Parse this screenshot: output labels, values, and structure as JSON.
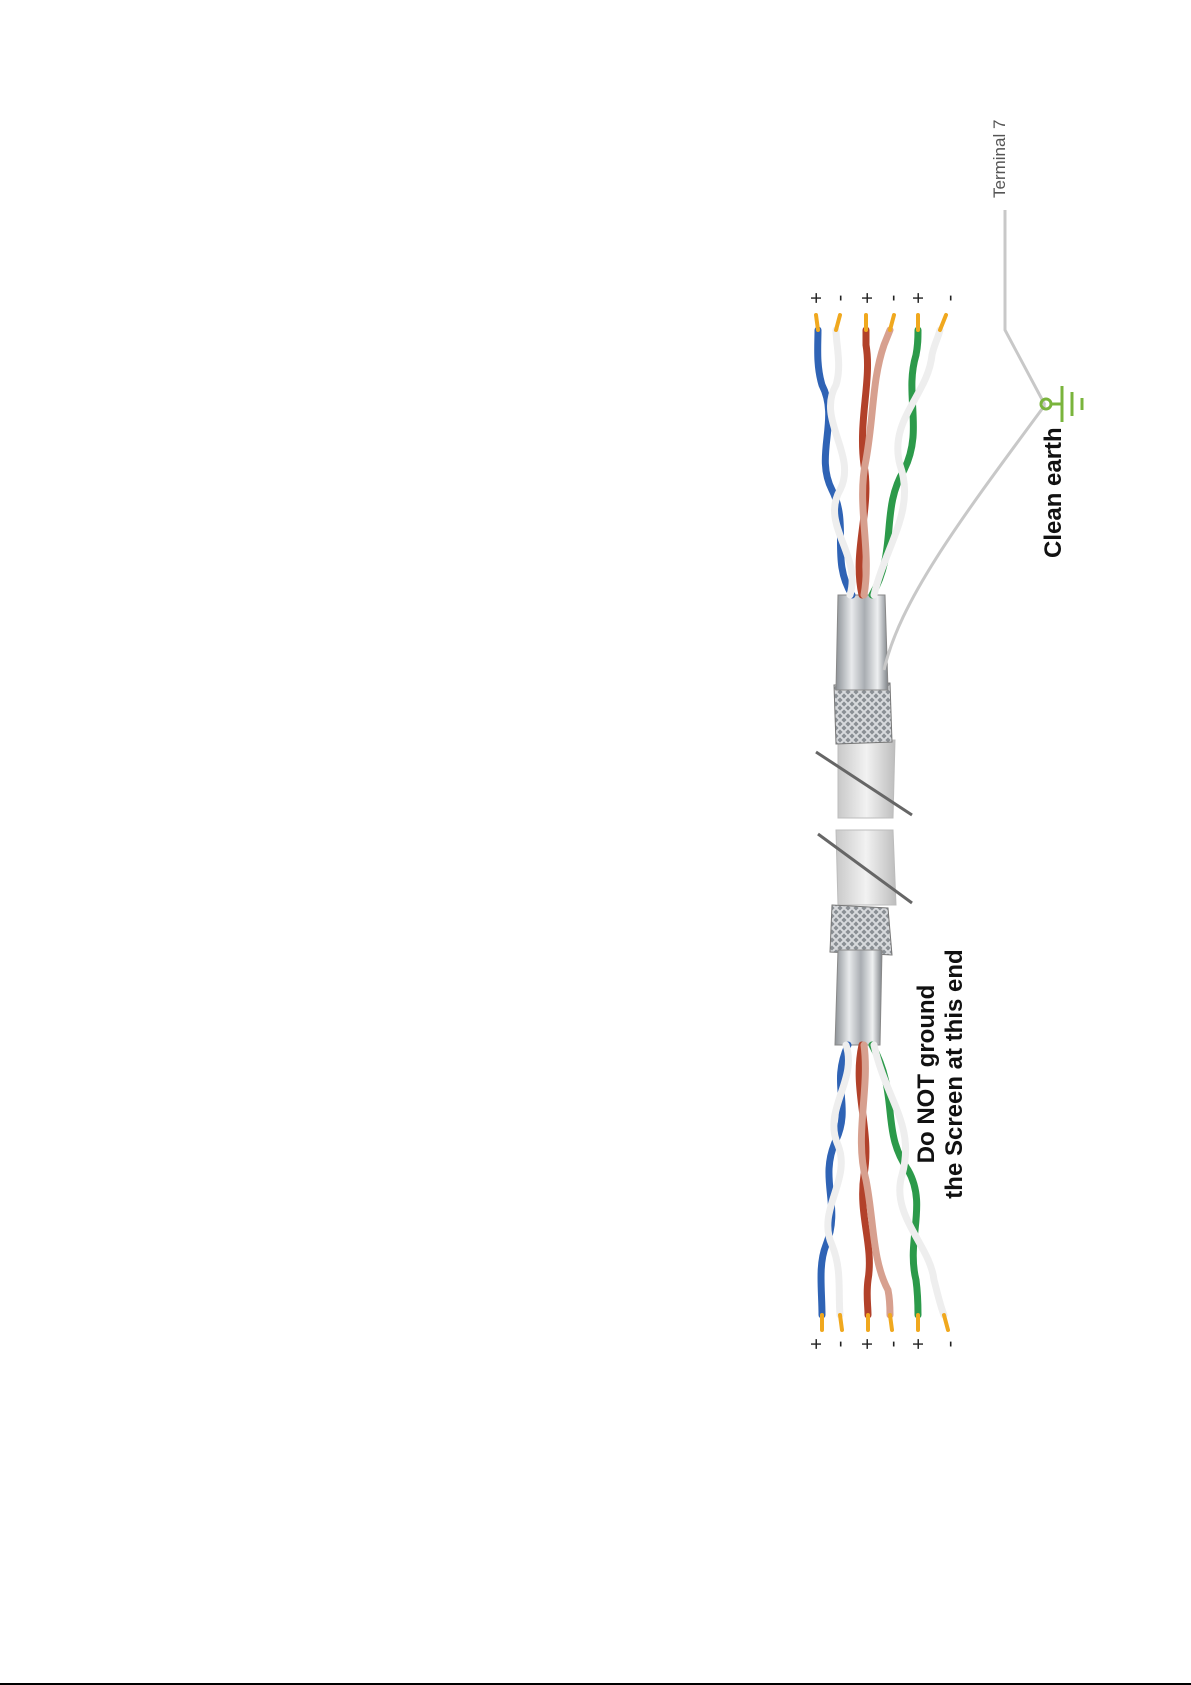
{
  "labels": {
    "terminal": "Terminal 7",
    "clean_earth": "Clean earth",
    "no_ground_line1": "Do NOT ground",
    "no_ground_line2": "the Screen at this end"
  },
  "polarity_top": [
    "+",
    "-",
    "+",
    "-",
    "+",
    "-"
  ],
  "polarity_bottom": [
    "+",
    "-",
    "+",
    "-",
    "+",
    "-"
  ],
  "colors": {
    "blue_pair": "#2f63b5",
    "red_pair": "#b2412a",
    "green_pair": "#2c9a4a",
    "white_wire": "#eeeeee",
    "copper_tip": "#f0a81e",
    "jacket": "#e6e6e6",
    "foil": "#c9cdd2",
    "earth_symbol": "#7ab43c",
    "drain_wire": "#c8c8c8"
  },
  "icons": {
    "earth": "earth-ground-icon",
    "break": "cable-break-icon"
  }
}
